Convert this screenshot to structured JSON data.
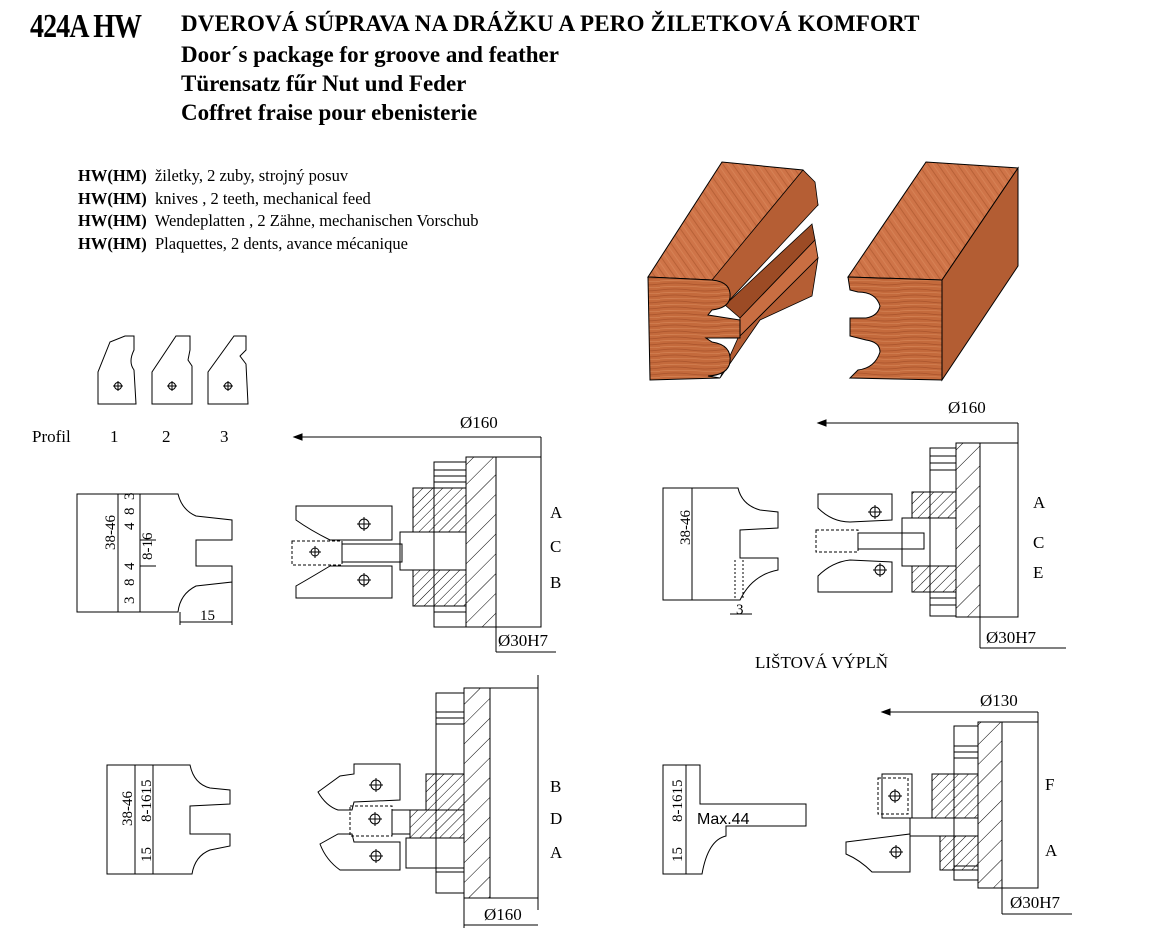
{
  "header": {
    "code": "424A HW",
    "title_sk": "DVEROVÁ SÚPRAVA  NA DRÁŽKU A PERO ŽILETKOVÁ  KOMFORT",
    "title_en": "Door´s package  for groove and feather",
    "title_de": "Türensatz  fűr Nut und Feder",
    "title_fr": "Coffret fraise pour ebenisterie"
  },
  "description": [
    {
      "prefix": "HW(HM)",
      "text": "žiletky, 2 zuby, strojný posuv"
    },
    {
      "prefix": "HW(HM)",
      "text": "knives , 2 teeth, mechanical feed"
    },
    {
      "prefix": "HW(HM)",
      "text": "Wendeplatten , 2 Zähne, mechanischen Vorschub"
    },
    {
      "prefix": "HW(HM)",
      "text": "Plaquettes, 2 dents, avance mécanique"
    }
  ],
  "profiles": {
    "label": "Profil",
    "numbers": [
      "1",
      "2",
      "3"
    ]
  },
  "diagram1": {
    "diameter": "Ø160",
    "bore": "Ø30H7",
    "profile_dims": {
      "height": "38-46",
      "d1": "4",
      "d2": "8",
      "d3": "3",
      "d4": "8-16",
      "d5": "8",
      "d6": "4",
      "d7": "3",
      "width": "15"
    },
    "letters": [
      "A",
      "C",
      "B"
    ]
  },
  "diagram2": {
    "diameter": "Ø160",
    "bore": "Ø30H7",
    "profile_dims": {
      "height": "38-46",
      "bottom": "3"
    },
    "letters": [
      "A",
      "C",
      "E"
    ],
    "caption": "LIŠTOVÁ VÝPLŇ"
  },
  "diagram3": {
    "diameter": "Ø160",
    "profile_dims": {
      "height": "38-46",
      "d1": "8-1615",
      "d2": "15"
    },
    "letters": [
      "B",
      "D",
      "A"
    ]
  },
  "diagram4": {
    "diameter": "Ø130",
    "bore": "Ø30H7",
    "profile_dims": {
      "d1": "8-1615",
      "d2": "15",
      "max": "Max.44"
    },
    "letters": [
      "F",
      "A"
    ]
  },
  "colors": {
    "wood": "#c76a3e",
    "wood_dark": "#a4522c",
    "wood_light": "#d98a5e"
  }
}
